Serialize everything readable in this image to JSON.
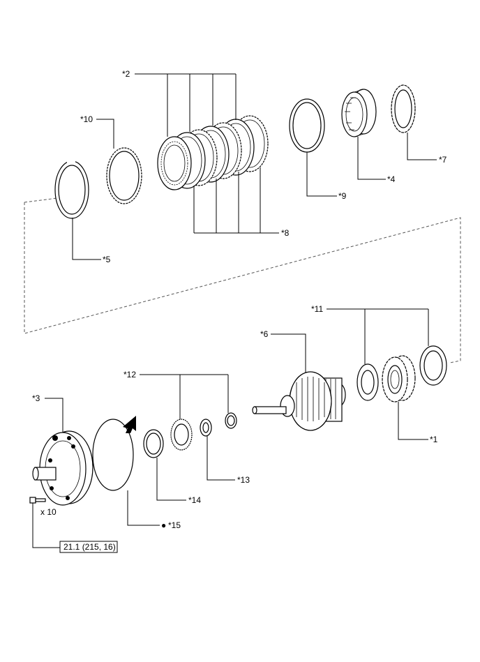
{
  "callouts": {
    "c1": "*1",
    "c2": "*2",
    "c3": "*3",
    "c4": "*4",
    "c5": "*5",
    "c6": "*6",
    "c7": "*7",
    "c8": "*8",
    "c9": "*9",
    "c10": "*10",
    "c11": "*11",
    "c12": "*12",
    "c13": "*13",
    "c14": "*14",
    "c15": "*15"
  },
  "bolt_qty": "x 10",
  "torque": "21.1 (215, 16)",
  "bullet": "●",
  "icons": [
    "arrow-marker-icon",
    "bolt-icon"
  ]
}
